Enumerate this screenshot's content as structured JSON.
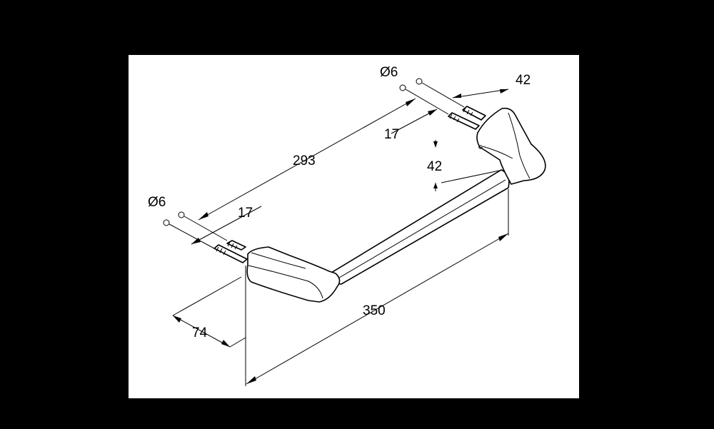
{
  "dimensions": {
    "diameter_right": "Ø6",
    "depth_right": "42",
    "anchor_right": "17",
    "center_distance": "293",
    "projection": "42",
    "diameter_left": "Ø6",
    "anchor_left": "17",
    "overall_length": "350",
    "bracket_depth": "74"
  },
  "colors": {
    "background": "#000000",
    "sheet": "#ffffff",
    "line": "#000000"
  }
}
